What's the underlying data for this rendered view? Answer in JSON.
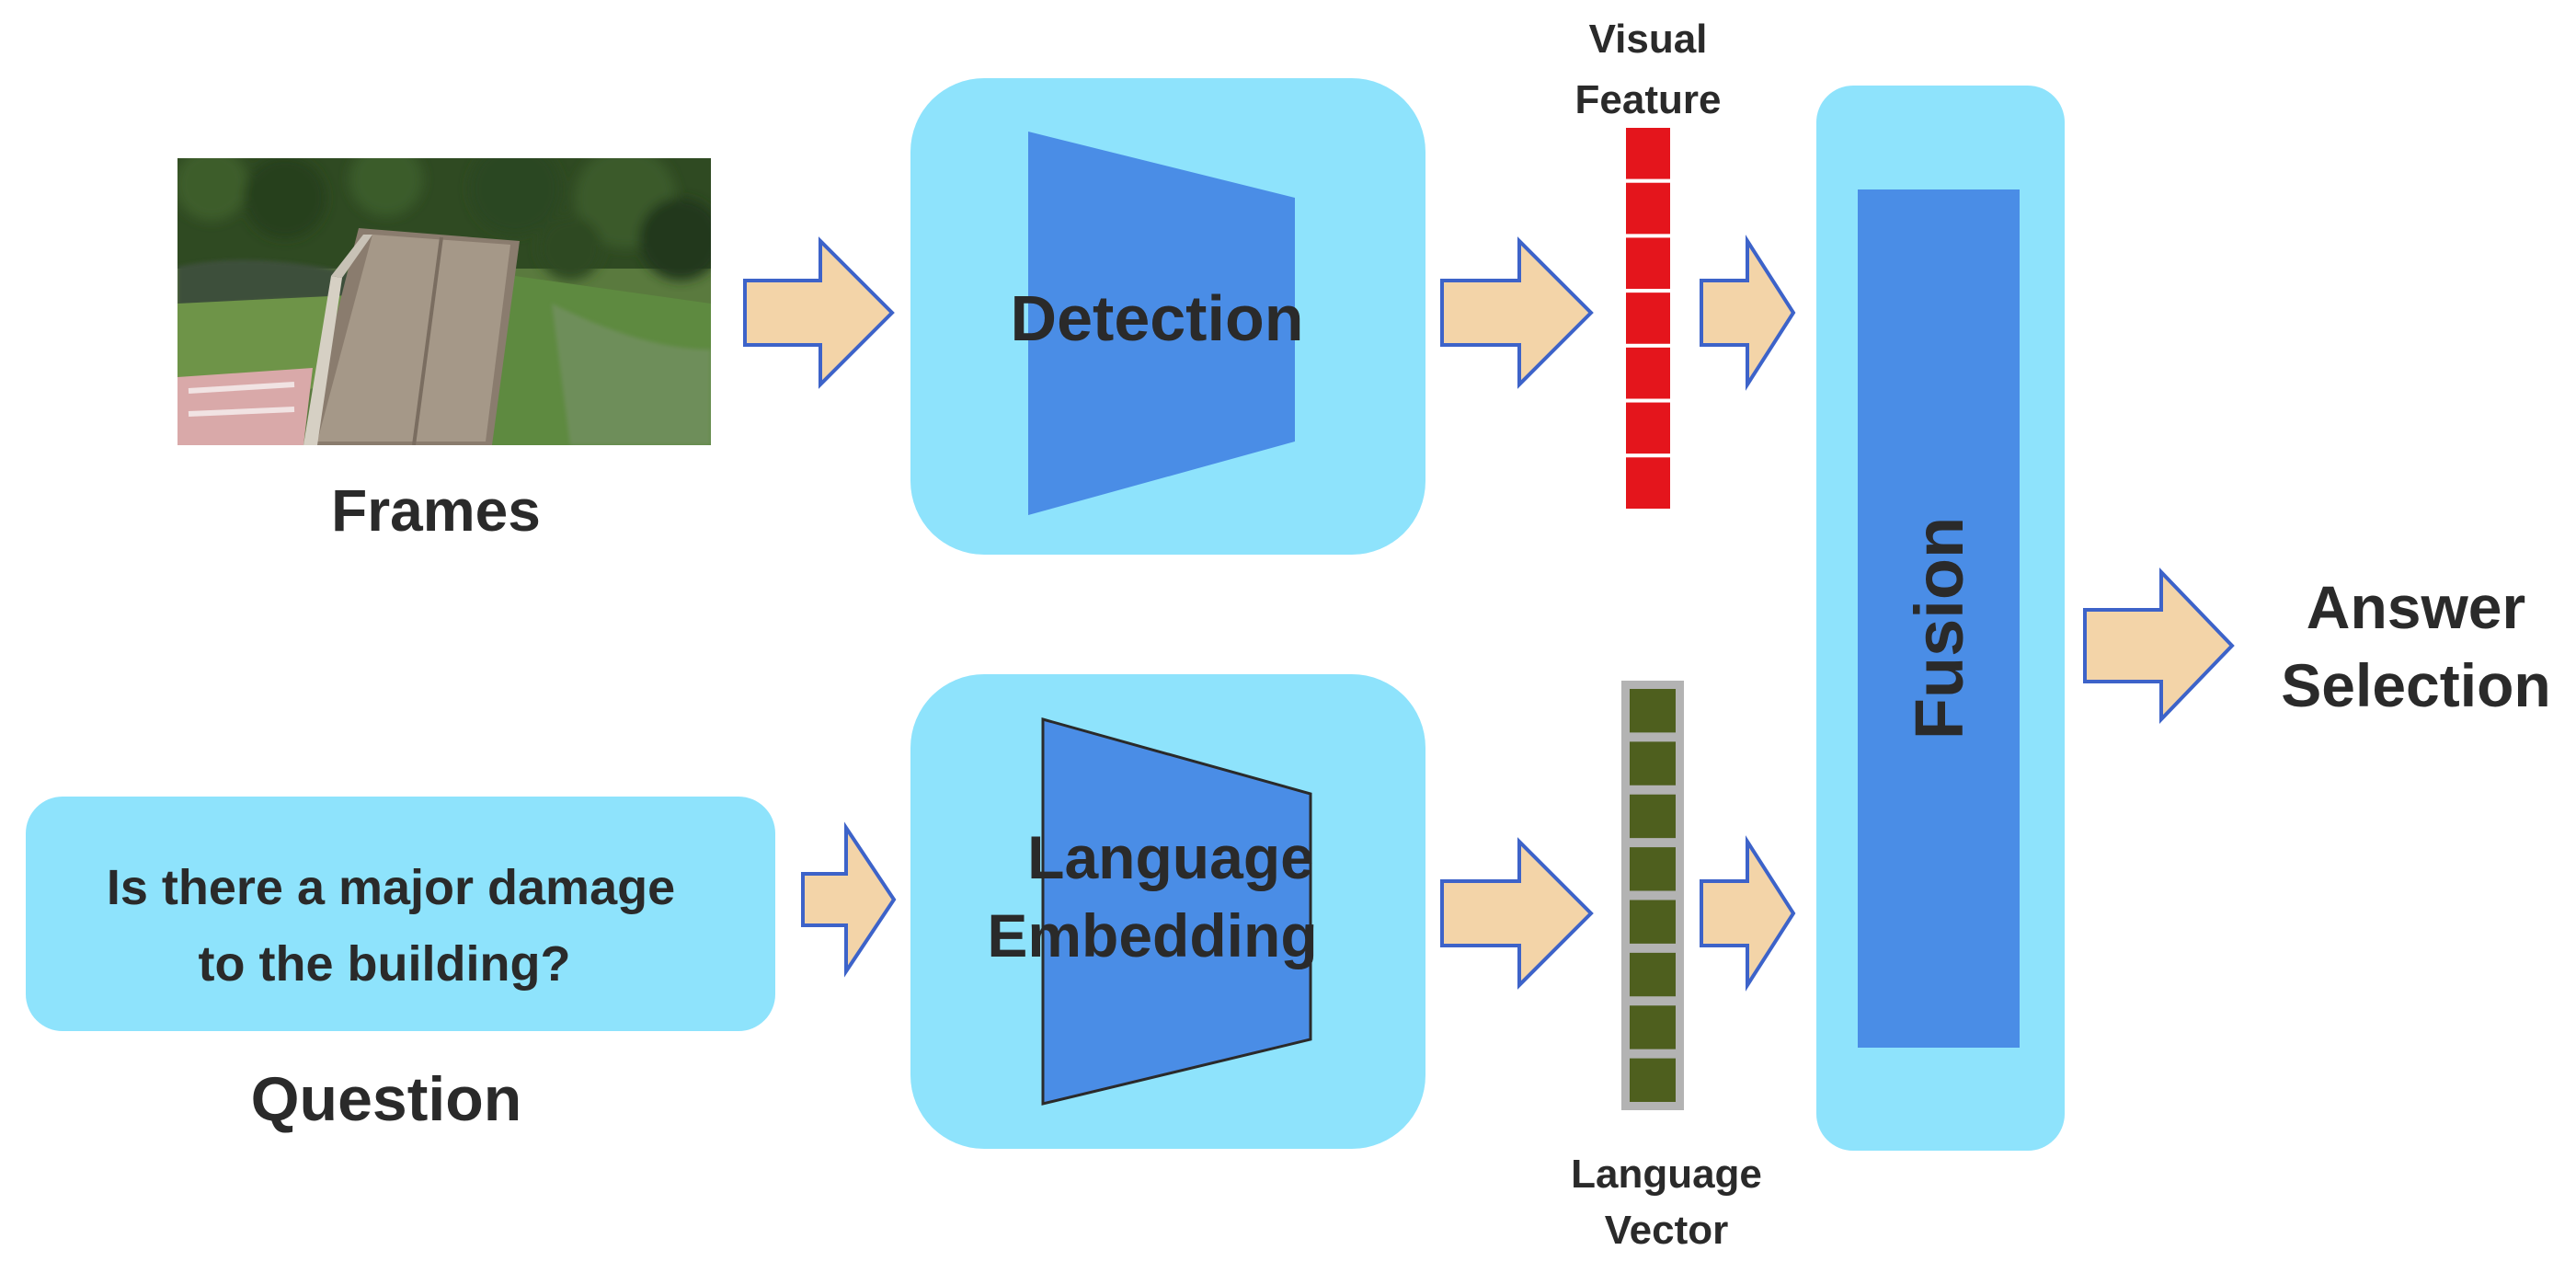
{
  "colors": {
    "module_bg": "#8ee3fc",
    "module_inner": "#4a8de6",
    "arrow_fill": "#f3d4a8",
    "arrow_stroke": "#3d63c9",
    "visual_feature": "#e4151c",
    "language_vector": "#4e5f1e",
    "language_vector_frame": "#b3b3b3",
    "text": "#2a2a2a"
  },
  "frames": {
    "image_icon": "aerial-photo-of-building",
    "label": "Frames"
  },
  "question": {
    "text_line1": "Is there a major damage",
    "text_line2": "to the building?",
    "label": "Question"
  },
  "detection": {
    "label": "Detection"
  },
  "language_embedding": {
    "line1": "Language",
    "line2": "Embedding"
  },
  "visual_feature": {
    "line1": "Visual",
    "line2": "Feature",
    "cells": 7
  },
  "language_vector": {
    "line1": "Language",
    "line2": "Vector",
    "cells": 8
  },
  "fusion": {
    "label": "Fusion"
  },
  "answer": {
    "line1": "Answer",
    "line2": "Selection"
  }
}
